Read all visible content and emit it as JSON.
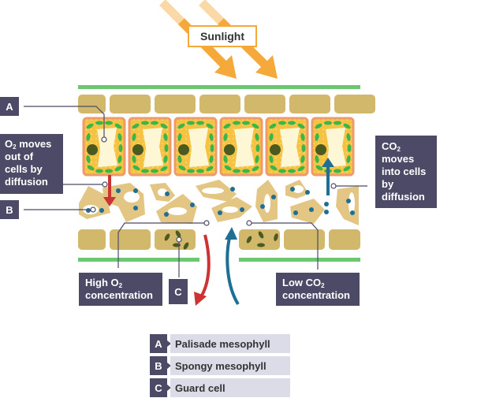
{
  "title": "Gas exchange in a leaf",
  "sunlight_label": "Sunlight",
  "callouts": {
    "a_letter": "A",
    "b_letter": "B",
    "c_letter": "C",
    "o2_out": {
      "pre": "O",
      "sub": "2",
      "post": " moves out of cells by diffusion"
    },
    "co2_in": {
      "pre": "CO",
      "sub": "2",
      "post": " moves into cells by diffusion"
    },
    "high_o2": {
      "pre": "High O",
      "sub": "2",
      "post": " concentration"
    },
    "low_co2": {
      "pre": "Low CO",
      "sub": "2",
      "post": " concentration"
    }
  },
  "key": [
    {
      "letter": "A",
      "label": "Palisade mesophyll"
    },
    {
      "letter": "B",
      "label": "Spongy mesophyll"
    },
    {
      "letter": "C",
      "label": "Guard cell"
    }
  ],
  "colors": {
    "label_bg": "#4c4a66",
    "key_bg": "#dcdbe8",
    "sunlight": "#f6a93b",
    "epidermis_line": "#6cc870",
    "epidermis_cell": "#d2b86a",
    "palisade_fill": "#f5c242",
    "palisade_border": "#ef9a6a",
    "chloroplast": "#3cb54a",
    "nucleus": "#4a5a20",
    "vacuole": "#fdf7d6",
    "spongy": "#e3c584",
    "o2_arrow": "#cc3333",
    "co2_arrow": "#1f6e94"
  }
}
